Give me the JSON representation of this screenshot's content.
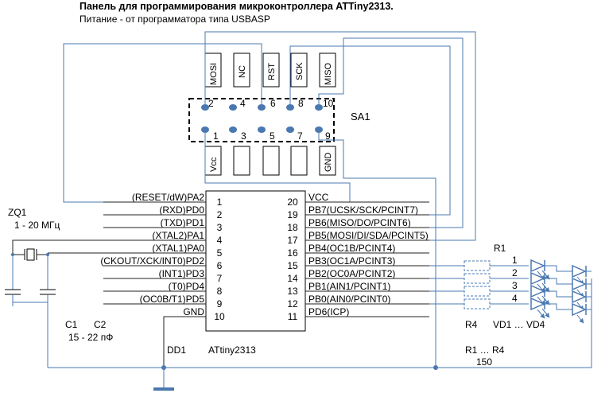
{
  "title": "Панель для программирования микроконтроллера ATTiny2313.",
  "subtitle": "Питание - от программатора типа USBASP",
  "connector": {
    "designator": "SA1",
    "top_labels": [
      "MOSI",
      "NC",
      "RST",
      "SCK",
      "MISO"
    ],
    "bottom_labels": [
      "Vcc",
      "",
      "",
      "",
      "GND"
    ],
    "top_pins": [
      "2",
      "4",
      "6",
      "8",
      "10"
    ],
    "bottom_pins": [
      "1",
      "3",
      "5",
      "7",
      "9"
    ]
  },
  "chip": {
    "designator": "DD1",
    "name": "ATtiny2313",
    "left_pins": [
      {
        "num": "1",
        "label": "(RESET/dW)PA2"
      },
      {
        "num": "2",
        "label": "(RXD)PD0"
      },
      {
        "num": "3",
        "label": "(TXD)PD1"
      },
      {
        "num": "4",
        "label": "(XTAL2)PA1"
      },
      {
        "num": "5",
        "label": "(XTAL1)PA0"
      },
      {
        "num": "6",
        "label": "(CKOUT/XCK/INT0)PD2"
      },
      {
        "num": "7",
        "label": "(INT1)PD3"
      },
      {
        "num": "8",
        "label": "(T0)PD4"
      },
      {
        "num": "9",
        "label": "(OC0B/T1)PD5"
      },
      {
        "num": "10",
        "label": "GND"
      }
    ],
    "right_pins": [
      {
        "num": "20",
        "label": "VCC"
      },
      {
        "num": "19",
        "label": "PB7(UCSK/SCK/PCINT7)"
      },
      {
        "num": "18",
        "label": "PB6(MISO/DO/PCINT6)"
      },
      {
        "num": "17",
        "label": "PB5(MOSI/DI/SDA/PCINT5)"
      },
      {
        "num": "16",
        "label": "PB4(OC1B/PCINT4)"
      },
      {
        "num": "15",
        "label": "PB3(OC1A/PCINT3)"
      },
      {
        "num": "14",
        "label": "PB2(OC0A/PCINT2)"
      },
      {
        "num": "13",
        "label": "PB1(AIN1/PCINT1)"
      },
      {
        "num": "12",
        "label": "PB0(AIN0/PCINT0)"
      },
      {
        "num": "11",
        "label": "PD6(ICP)"
      }
    ]
  },
  "crystal": {
    "designator": "ZQ1",
    "value": "1 - 20 МГц"
  },
  "capacitors": {
    "labels": [
      "C1",
      "C2"
    ],
    "value": "15 - 22 пФ"
  },
  "resistors": {
    "designator": "R1",
    "bottom_label": "R4",
    "range_label": "R1 … R4",
    "value": "150"
  },
  "leds": {
    "range_label": "VD1 … VD4",
    "numbers": [
      "1",
      "2",
      "3",
      "4"
    ]
  },
  "colors": {
    "wire": "#4a78b0",
    "text": "#000000",
    "background": "#ffffff",
    "ground": "#4a78b0"
  }
}
